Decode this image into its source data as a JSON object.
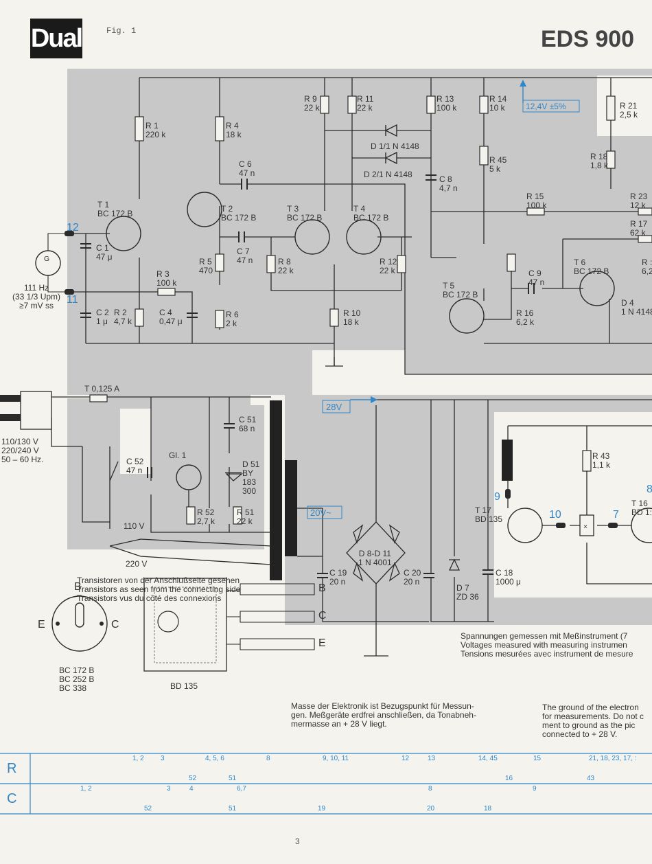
{
  "header": {
    "brand": "Dual",
    "figure": "Fig. 1",
    "model": "EDS 900"
  },
  "components": {
    "R1": [
      "R 1",
      "220 k"
    ],
    "R4": [
      "R 4",
      "18 k"
    ],
    "R9": [
      "R 9",
      "22 k"
    ],
    "R11": [
      "R 11",
      "22 k"
    ],
    "R13": [
      "R 13",
      "100 k"
    ],
    "R14": [
      "R 14",
      "10 k"
    ],
    "R21": [
      "R 21",
      "2,5 k"
    ],
    "R18": [
      "R 18",
      "1,8 k"
    ],
    "R45": [
      "R 45",
      "5 k"
    ],
    "R15": [
      "R 15",
      "100 k"
    ],
    "R23": [
      "R 23",
      "12 k"
    ],
    "R17": [
      "R 17",
      "62 k"
    ],
    "R3": [
      "R 3",
      "100 k"
    ],
    "R2": [
      "R 2",
      "4,7 k"
    ],
    "R5": [
      "R 5",
      "470"
    ],
    "R6": [
      "R 6",
      "2 k"
    ],
    "R8": [
      "R 8",
      "22 k"
    ],
    "R10": [
      "R 10",
      "18 k"
    ],
    "R12": [
      "R 12",
      "22 k"
    ],
    "R16": [
      "R 16",
      "6,2 k"
    ],
    "R52": [
      "R 52",
      "2,7 k"
    ],
    "R51": [
      "R 51",
      "22 k"
    ],
    "R43": [
      "R 43",
      "1,1 k"
    ],
    "Rcut": [
      "R :",
      "6,2"
    ],
    "C6": [
      "C 6",
      "47 n"
    ],
    "C7": [
      "C 7",
      "47 n"
    ],
    "C8": [
      "C 8",
      "4,7 n"
    ],
    "C9": [
      "C 9",
      "47 n"
    ],
    "C1": [
      "C 1",
      "47 μ"
    ],
    "C2": [
      "C 2",
      "1 μ"
    ],
    "C4": [
      "C 4",
      "0,47 μ"
    ],
    "C51": [
      "C 51",
      "68 n"
    ],
    "C52": [
      "C 52",
      "47 n"
    ],
    "C19": [
      "C 19",
      "20 n"
    ],
    "C20": [
      "C 20",
      "20 n"
    ],
    "C18": [
      "C 18",
      "1000 μ"
    ],
    "T1": [
      "T 1",
      "BC 172 B"
    ],
    "T2": [
      "T 2",
      "BC 172 B"
    ],
    "T3": [
      "T 3",
      "BC 172 B"
    ],
    "T4": [
      "T 4",
      "BC 172 B"
    ],
    "T5": [
      "T 5",
      "BC 172 B"
    ],
    "T6": [
      "T 6",
      "BC 172 B"
    ],
    "T17": [
      "T 17",
      "BD 135"
    ],
    "T16": [
      "T 16",
      "BD 1:"
    ],
    "D1": "D 1/1 N 4148",
    "D2": "D 2/1 N 4148",
    "D4": [
      "D 4",
      "1 N 4148"
    ],
    "D51": [
      "D 51",
      "BY",
      "183",
      "300"
    ],
    "D8": [
      "D 8-D 11",
      "1 N 4001"
    ],
    "D7": [
      "D 7",
      "ZD 36"
    ],
    "GL1": "Gl. 1",
    "fuse": "T 0,125 A"
  },
  "signals": {
    "v124": "12,4V ±5%",
    "v28": "28V",
    "v20": "20V~",
    "g_freq": [
      "111 Hz",
      "(33 1/3 Upm)",
      "≥7 mV ss"
    ],
    "mains": [
      "110/130 V",
      "220/240 V",
      "50 – 60 Hz."
    ],
    "tap110": "110 V",
    "tap220": "220 V",
    "pin12": "12",
    "pin11": "11",
    "pin9": "9",
    "pin10": "10",
    "pin7": "7",
    "pin8": "8"
  },
  "notes": {
    "transistor_view": [
      "Transistoren von der Anschlußseite gesehen",
      "Transistors as seen from the connecting side",
      "Transistors vus du côté des connexions"
    ],
    "bc_types": [
      "BC 172 B",
      "BC 252 B",
      "BC 338"
    ],
    "bd_type": "BD 135",
    "pins": {
      "b": "B",
      "e": "E",
      "c": "C"
    },
    "voltages": [
      "Spannungen gemessen mit Meßinstrument (7",
      "Voltages measured with measuring instrumen",
      "Tensions mesurées avec instrument de mesure"
    ],
    "ground_de": [
      "Masse der Elektronik ist Bezugspunkt für Messun-",
      "gen. Meßgeräte erdfrei anschließen, da Tonabneh-",
      "mermasse an + 28 V liegt."
    ],
    "ground_en": [
      "The ground of the electron",
      "for measurements. Do not c",
      "ment to ground as the pic",
      "connected to + 28 V."
    ]
  },
  "table": {
    "R": {
      "letter": "R",
      "row1": [
        "1, 2",
        "3",
        "4, 5, 6",
        "8",
        "9, 10, 11",
        "12",
        "13",
        "14, 45",
        "15",
        "21, 18, 23, 17, :"
      ],
      "row2": [
        "52",
        "51",
        "16",
        "43"
      ]
    },
    "C": {
      "letter": "C",
      "row1": [
        "1, 2",
        "3",
        "4",
        "6,7",
        "8",
        "9"
      ],
      "row2": [
        "52",
        "51",
        "19",
        "20",
        "18"
      ]
    }
  },
  "page_number": "3",
  "colors": {
    "accent": "#2f86c8",
    "panel": "#c9c9c9",
    "paper": "#f4f3ee"
  }
}
